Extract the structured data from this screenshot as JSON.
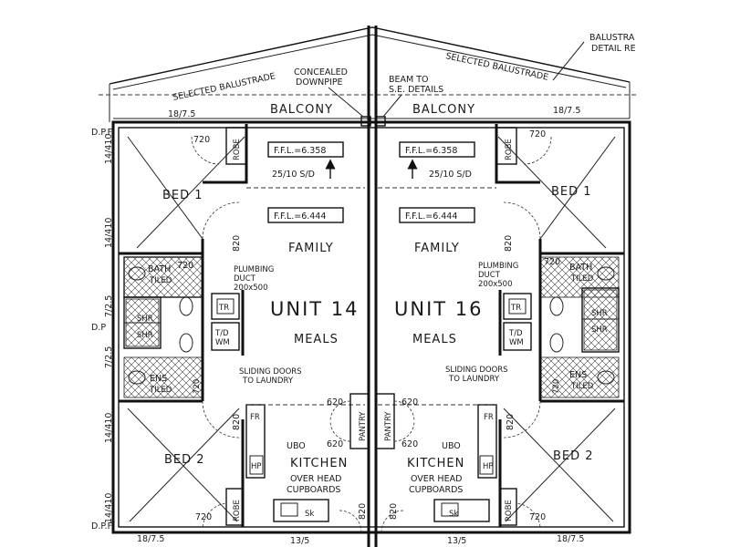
{
  "labels": {
    "selected_balustrade": "SELECTED BALUSTRADE",
    "balustrade_detail_1": "BALUSTRA",
    "balustrade_detail_2": "DETAIL RE",
    "concealed_1": "CONCEALED",
    "concealed_2": "DOWNPIPE",
    "beam_1": "BEAM TO",
    "beam_2": "S.E. DETAILS",
    "balcony": "BALCONY",
    "bed1": "BED 1",
    "bed2": "BED 2",
    "family": "FAMILY",
    "meals": "MEALS",
    "kitchen": "KITCHEN",
    "overhead_1": "OVER HEAD",
    "overhead_2": "CUPBOARDS",
    "ubo": "UBO",
    "pantry": "PANTRY",
    "bath": "BATH",
    "tiled": "TILED",
    "ens": "ENS",
    "shr": "SHR",
    "robe": "ROBE",
    "plumbing_1": "PLUMBING",
    "plumbing_2": "DUCT",
    "plumbing_3": "200x500",
    "sliding_1": "SLIDING DOORS",
    "sliding_2": "TO LAUNDRY",
    "tr": "TR",
    "td": "T/D",
    "wm": "WM",
    "fr": "FR",
    "hp": "HP",
    "sk": "Sk",
    "unit14": "UNIT 14",
    "unit16": "UNIT 16",
    "ffl_upper": "F.F.L.=6.358",
    "ffl_lower": "F.F.L.=6.444",
    "sd": "25/10 S/D"
  },
  "dims": {
    "d720": "720",
    "d820": "820",
    "d620": "620",
    "d18_75": "18/7.5",
    "d14_410": "14/410",
    "d13_5": "13/5",
    "d7_25": "7/2.5",
    "dpf": "D.P.F",
    "dp": "D.P"
  }
}
